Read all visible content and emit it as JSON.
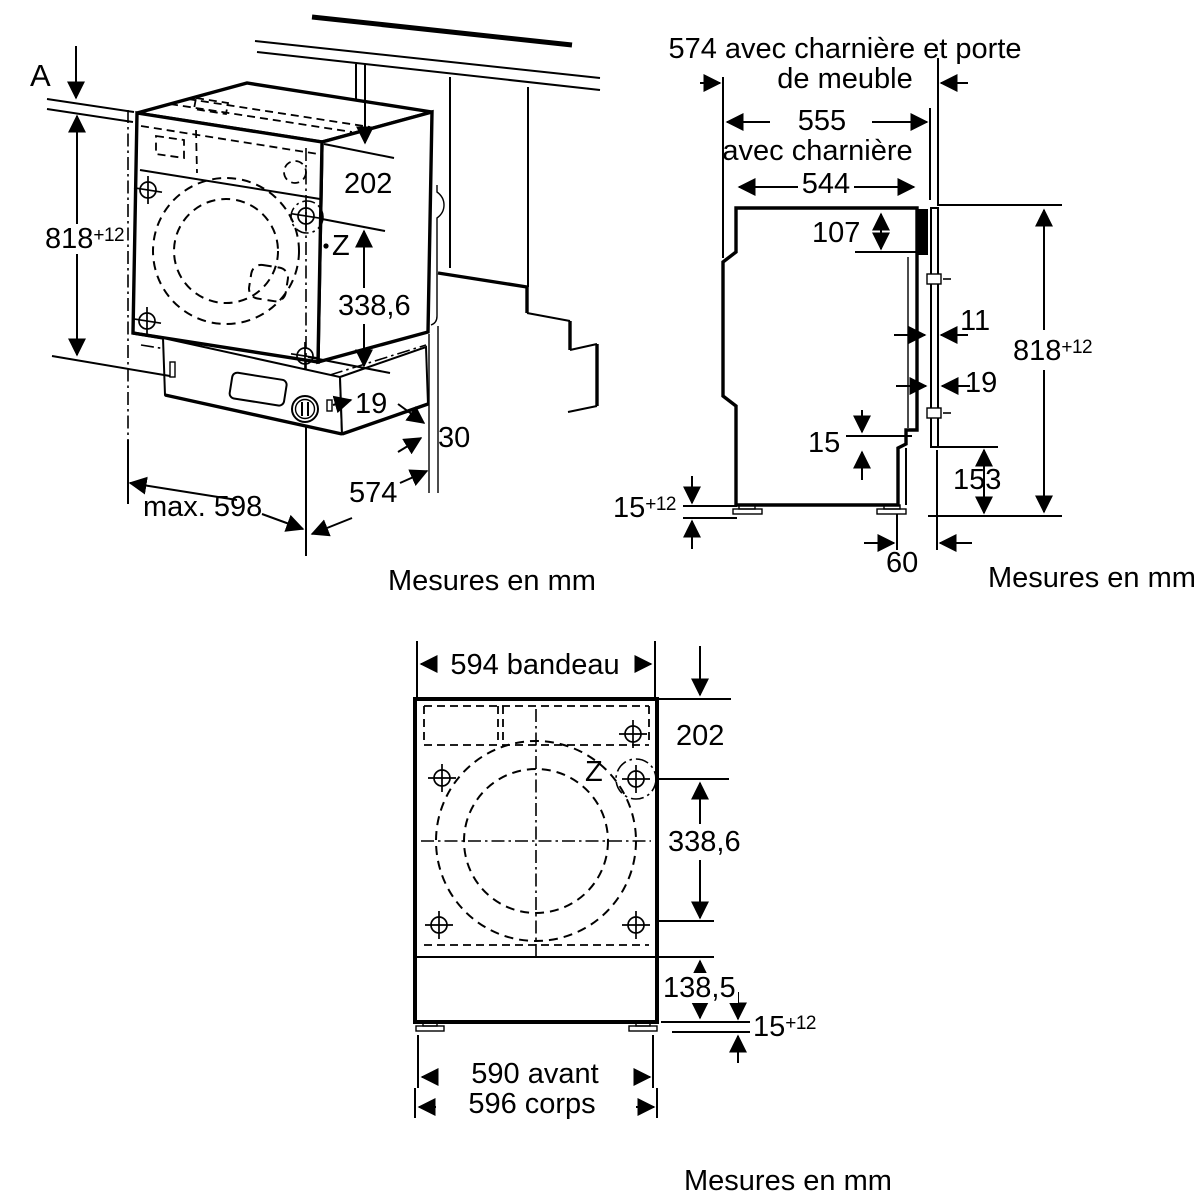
{
  "unit_note": "Mesures en mm",
  "colors": {
    "ink": "#000000",
    "paper": "#ffffff"
  },
  "views": {
    "isometric": {
      "labels": {
        "niche_gap": "A",
        "niche_height": "818",
        "niche_height_tol": "+12",
        "panel_height": "202",
        "hinge_mark": "Z",
        "hinge_distance": "338,6",
        "handle_clearance": "19",
        "wall_thickness": "30",
        "niche_width": "max. 598",
        "appliance_depth": "574",
        "unit": "Mesures en mm"
      }
    },
    "side": {
      "labels": {
        "depth_door_line1": "574 avec charnière et porte",
        "depth_door_line2": "de meuble",
        "depth_hinge_value": "555",
        "depth_hinge_caption": "avec charnière",
        "body_depth": "544",
        "top_recess": "107",
        "door_gap": "11",
        "niche_height": "818",
        "niche_height_tol": "+12",
        "hinge_gap": "19",
        "bottom_step": "15",
        "plinth_height": "153",
        "foot_adjust": "15",
        "foot_adjust_tol": "+12",
        "plinth_recess": "60",
        "unit": "Mesures en mm"
      }
    },
    "front": {
      "labels": {
        "fascia_width": "594 bandeau",
        "panel_height": "202",
        "hinge_mark": "Z",
        "hinge_distance": "338,6",
        "plinth_panel": "138,5",
        "foot_adjust": "15",
        "foot_adjust_tol": "+12",
        "front_width": "590 avant",
        "body_width": "596 corps",
        "unit": "Mesures en mm"
      }
    }
  }
}
